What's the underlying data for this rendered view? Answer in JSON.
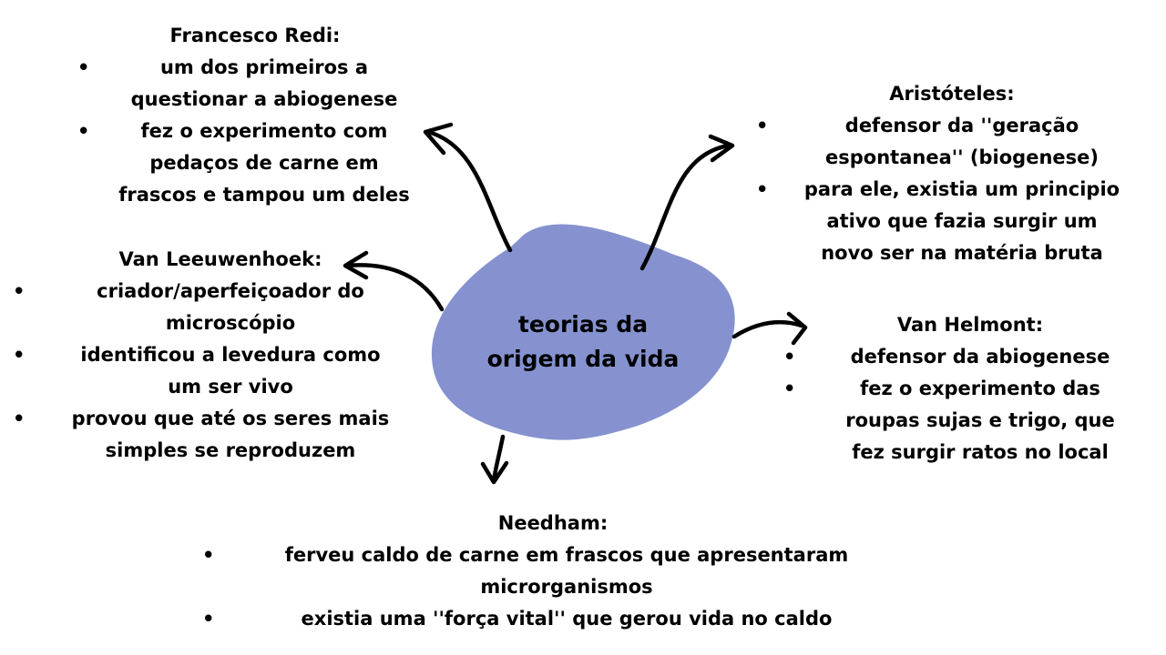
{
  "center": {
    "line1": "teorias da",
    "line2": "origem da vida",
    "color": "#8592cf"
  },
  "redi": {
    "title": "Francesco Redi:",
    "items": [
      [
        "um dos primeiros a",
        "questionar a abiogenese"
      ],
      [
        "fez o experimento com",
        "pedaços de carne em",
        "frascos e tampou um deles"
      ]
    ]
  },
  "aristoteles": {
    "title": "Aristóteles:",
    "items": [
      [
        "defensor da ''geração",
        "espontanea'' (biogenese)"
      ],
      [
        "para ele, existia um principio",
        "ativo que fazia surgir um",
        "novo ser na matéria bruta"
      ]
    ]
  },
  "leeuwenhoek": {
    "title": "Van Leeuwenhoek:",
    "items": [
      [
        "criador/aperfeiçoador do",
        "microscópio"
      ],
      [
        "identificou a levedura como",
        "um ser vivo"
      ],
      [
        "provou que até os seres mais",
        "simples se reproduzem"
      ]
    ]
  },
  "helmont": {
    "title": "Van Helmont:",
    "items": [
      [
        "defensor da abiogenese"
      ],
      [
        "fez o experimento das",
        "roupas sujas e trigo, que",
        "fez surgir ratos no local"
      ]
    ]
  },
  "needham": {
    "title": "Needham:",
    "items": [
      [
        "ferveu caldo de carne em frascos que apresentaram",
        "microrganismos"
      ],
      [
        "existia uma ''força vital'' que gerou vida no caldo"
      ]
    ]
  },
  "bullet_char": "•",
  "arrow_color": "#000000"
}
